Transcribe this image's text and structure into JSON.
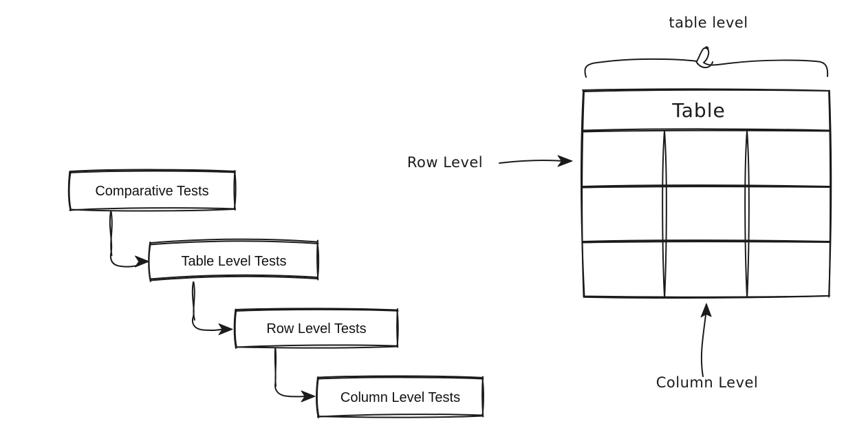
{
  "canvas": {
    "background_color": "#ffffff",
    "stroke_color": "#1b1b1b"
  },
  "flowchart": {
    "boxes": [
      {
        "label": "Comparative Tests"
      },
      {
        "label": "Table Level Tests"
      },
      {
        "label": "Row Level Tests"
      },
      {
        "label": "Column Level Tests"
      }
    ]
  },
  "table_figure": {
    "brace_label": "table level",
    "table_title": "Table",
    "row_annotation": "Row Level",
    "column_annotation": "Column Level",
    "grid": {
      "rows": 3,
      "cols": 3
    }
  }
}
